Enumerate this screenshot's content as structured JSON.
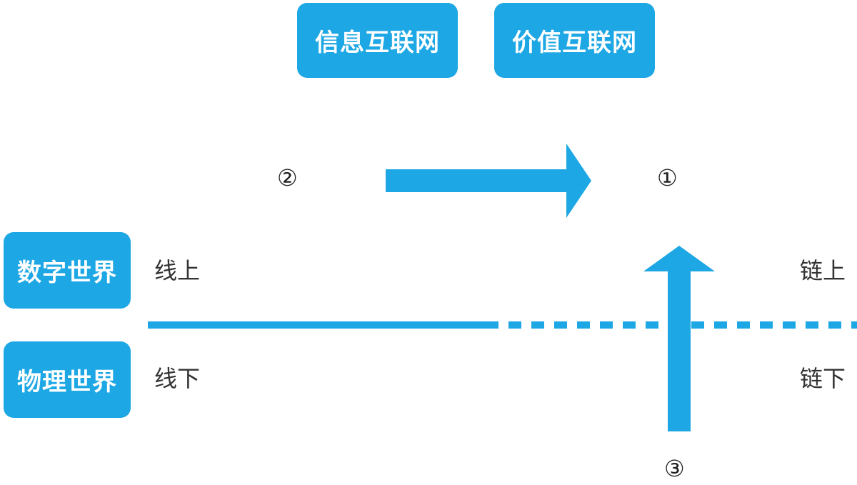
{
  "top_boxes": {
    "info_internet": "信息互联网",
    "value_internet": "价值互联网"
  },
  "left_boxes": {
    "digital_world": "数字世界",
    "physical_world": "物理世界"
  },
  "labels": {
    "online": "线上",
    "offline": "线下",
    "on_chain": "链上",
    "off_chain": "链下"
  },
  "markers": {
    "one": "①",
    "two": "②",
    "three": "③"
  },
  "colors": {
    "accent": "#1da7e4",
    "text": "#333333"
  }
}
